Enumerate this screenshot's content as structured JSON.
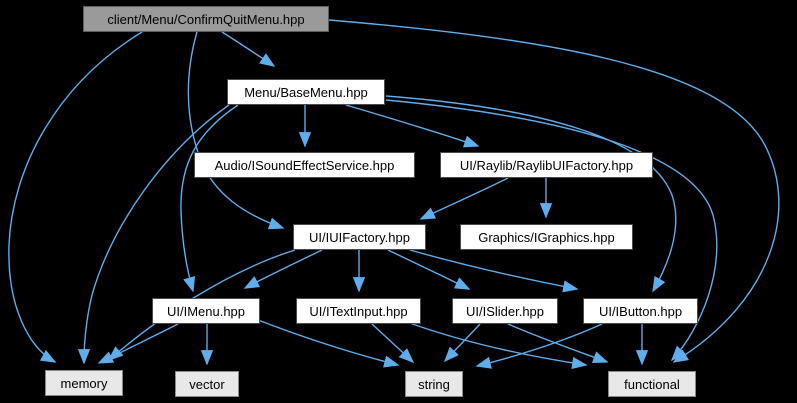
{
  "diagram": {
    "type": "include-dependency-graph",
    "background_color": "#000000",
    "edge_color": "#5fadeb",
    "node_colors": {
      "root_fill": "#9a9a9a",
      "file_fill": "#ffffff",
      "std_fill": "#e8e8e8",
      "border": "#4a4a4a"
    },
    "nodes": [
      {
        "id": "confirmquitmenu",
        "label": "client/Menu/ConfirmQuitMenu.hpp",
        "type": "root"
      },
      {
        "id": "basemenu",
        "label": "Menu/BaseMenu.hpp",
        "type": "file"
      },
      {
        "id": "isoundeffectservice",
        "label": "Audio/ISoundEffectService.hpp",
        "type": "file"
      },
      {
        "id": "raylibuifactory",
        "label": "UI/Raylib/RaylibUIFactory.hpp",
        "type": "file"
      },
      {
        "id": "iuifactory",
        "label": "UI/IUIFactory.hpp",
        "type": "file"
      },
      {
        "id": "igraphics",
        "label": "Graphics/IGraphics.hpp",
        "type": "file"
      },
      {
        "id": "imenu",
        "label": "UI/IMenu.hpp",
        "type": "file"
      },
      {
        "id": "itextinput",
        "label": "UI/ITextInput.hpp",
        "type": "file"
      },
      {
        "id": "islider",
        "label": "UI/ISlider.hpp",
        "type": "file"
      },
      {
        "id": "ibutton",
        "label": "UI/IButton.hpp",
        "type": "file"
      },
      {
        "id": "memory",
        "label": "memory",
        "type": "std"
      },
      {
        "id": "vector",
        "label": "vector",
        "type": "std"
      },
      {
        "id": "string",
        "label": "string",
        "type": "std"
      },
      {
        "id": "functional",
        "label": "functional",
        "type": "std"
      }
    ],
    "edges": [
      {
        "from": "confirmquitmenu",
        "to": "basemenu"
      },
      {
        "from": "confirmquitmenu",
        "to": "iuifactory"
      },
      {
        "from": "confirmquitmenu",
        "to": "memory"
      },
      {
        "from": "confirmquitmenu",
        "to": "functional"
      },
      {
        "from": "basemenu",
        "to": "isoundeffectservice"
      },
      {
        "from": "basemenu",
        "to": "raylibuifactory"
      },
      {
        "from": "basemenu",
        "to": "imenu"
      },
      {
        "from": "basemenu",
        "to": "ibutton"
      },
      {
        "from": "basemenu",
        "to": "memory"
      },
      {
        "from": "basemenu",
        "to": "functional"
      },
      {
        "from": "raylibuifactory",
        "to": "iuifactory"
      },
      {
        "from": "raylibuifactory",
        "to": "igraphics"
      },
      {
        "from": "iuifactory",
        "to": "imenu"
      },
      {
        "from": "iuifactory",
        "to": "itextinput"
      },
      {
        "from": "iuifactory",
        "to": "islider"
      },
      {
        "from": "iuifactory",
        "to": "ibutton"
      },
      {
        "from": "iuifactory",
        "to": "memory"
      },
      {
        "from": "imenu",
        "to": "memory"
      },
      {
        "from": "imenu",
        "to": "vector"
      },
      {
        "from": "imenu",
        "to": "string"
      },
      {
        "from": "itextinput",
        "to": "string"
      },
      {
        "from": "itextinput",
        "to": "functional"
      },
      {
        "from": "islider",
        "to": "string"
      },
      {
        "from": "islider",
        "to": "functional"
      },
      {
        "from": "ibutton",
        "to": "string"
      },
      {
        "from": "ibutton",
        "to": "functional"
      }
    ]
  }
}
